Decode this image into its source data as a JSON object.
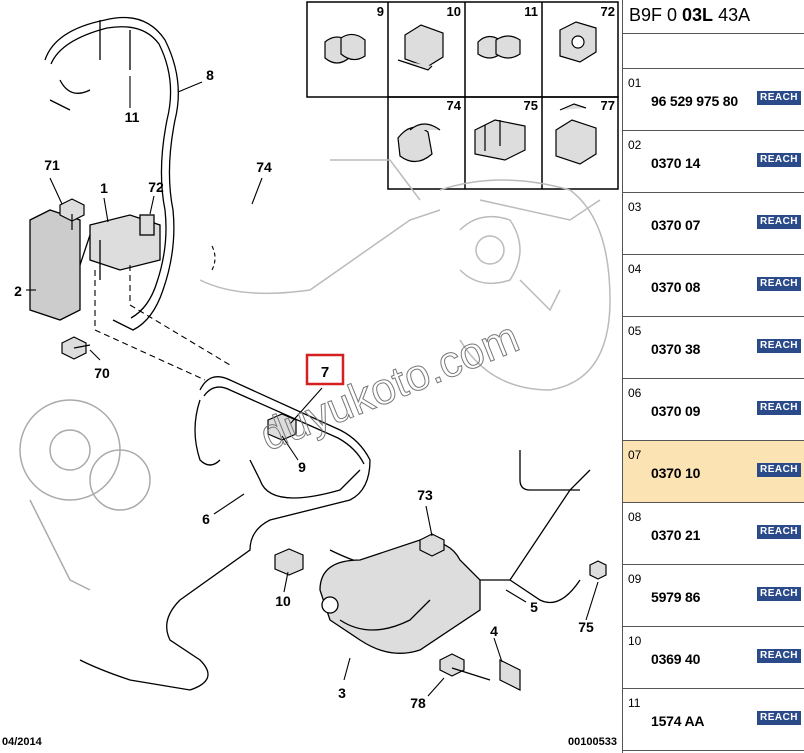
{
  "header": {
    "prefix": "B9F 0 ",
    "bold": "03L",
    "suffix": " 43A"
  },
  "diagram": {
    "callouts": [
      "9",
      "10",
      "11",
      "72",
      "74",
      "75",
      "77",
      "8",
      "11",
      "71",
      "1",
      "72",
      "74",
      "2",
      "70",
      "7",
      "9",
      "6",
      "73",
      "10",
      "5",
      "75",
      "4",
      "3",
      "78"
    ],
    "date": "04/2014",
    "code": "00100533",
    "watermark": "duyukoto.com",
    "highlight_color": "#d42020"
  },
  "parts": [
    {
      "num": "01",
      "ref": "96 529 975 80",
      "badge": "REACH",
      "selected": false
    },
    {
      "num": "02",
      "ref": "0370 14",
      "badge": "REACH",
      "selected": false
    },
    {
      "num": "03",
      "ref": "0370 07",
      "badge": "REACH",
      "selected": false
    },
    {
      "num": "04",
      "ref": "0370 08",
      "badge": "REACH",
      "selected": false
    },
    {
      "num": "05",
      "ref": "0370 38",
      "badge": "REACH",
      "selected": false
    },
    {
      "num": "06",
      "ref": "0370 09",
      "badge": "REACH",
      "selected": false
    },
    {
      "num": "07",
      "ref": "0370 10",
      "badge": "REACH",
      "selected": true
    },
    {
      "num": "08",
      "ref": "0370 21",
      "badge": "REACH",
      "selected": false
    },
    {
      "num": "09",
      "ref": "5979 86",
      "badge": "REACH",
      "selected": false
    },
    {
      "num": "10",
      "ref": "0369 40",
      "badge": "REACH",
      "selected": false
    },
    {
      "num": "11",
      "ref": "1574 AA",
      "badge": "REACH",
      "selected": false
    }
  ],
  "colors": {
    "selected_row": "#fce3b4",
    "badge": "#2b4a8a"
  }
}
